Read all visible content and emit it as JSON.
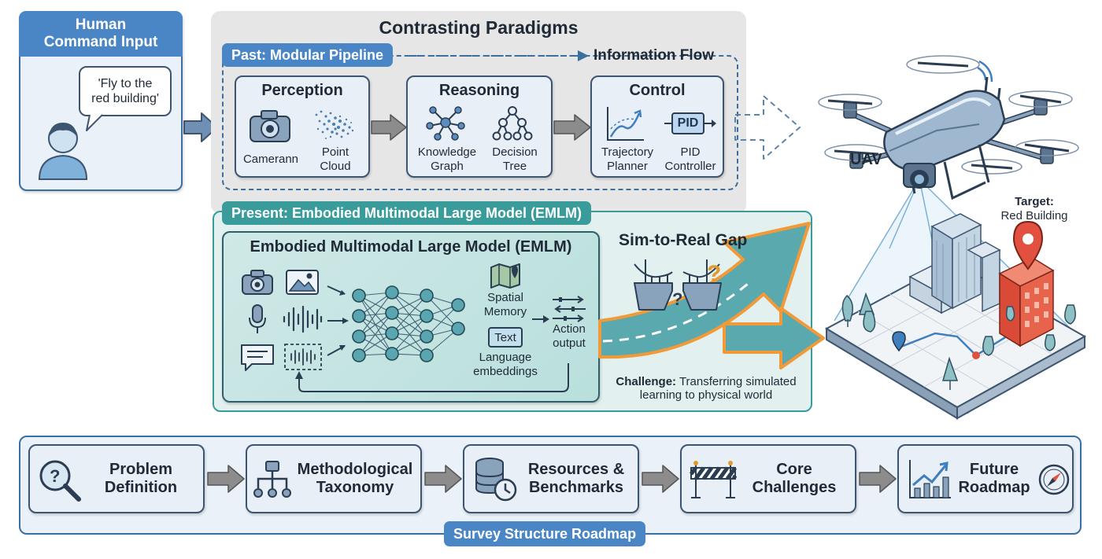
{
  "human": {
    "title": "Human\nCommand Input",
    "speech": "'Fly to the\nred building'"
  },
  "contrasting": {
    "title": "Contrasting Paradigms"
  },
  "past": {
    "tag": "Past: Modular Pipeline",
    "flow_label": "Information Flow",
    "modules": [
      {
        "title": "Perception",
        "items": [
          "Camerann",
          "Point\nCloud"
        ]
      },
      {
        "title": "Reasoning",
        "items": [
          "Knowledge\nGraph",
          "Decision\nTree"
        ]
      },
      {
        "title": "Control",
        "items": [
          "Trajectory\nPlanner",
          "PID\nController"
        ],
        "pid_text": "PID"
      }
    ]
  },
  "present": {
    "tag": "Present: Embodied Multimodal Large Model (EMLM)",
    "model_title": "Embodied Multimodal Large Model (EMLM)",
    "spatial_memory": "Spatial\nMemory",
    "text_box": "Text",
    "language_embeddings": "Language\nembeddings",
    "action_output": "Action\noutput",
    "gap_title": "Sim-to-Real Gap",
    "challenge_bold": "Challenge:",
    "challenge_line1": " Transferring simulated",
    "challenge_line2": "learning to physical world"
  },
  "scene": {
    "uav_label": "UAV",
    "target_bold": "Target:",
    "target_text": "Red Building"
  },
  "roadmap": {
    "tag": "Survey Structure Roadmap",
    "steps": [
      {
        "label": "Problem\nDefinition",
        "icon": "magnifier-question-icon"
      },
      {
        "label": "Methodological\nTaxonomy",
        "icon": "hierarchy-icon"
      },
      {
        "label": "Resources &\nBenchmarks",
        "icon": "database-clock-icon"
      },
      {
        "label": "Core\nChallenges",
        "icon": "barrier-icon"
      },
      {
        "label": "Future\nRoadmap",
        "icon": "trend-chart-compass-icon"
      }
    ]
  },
  "colors": {
    "navy_tag": "#4a86c5",
    "teal_tag": "#3a9b9b",
    "gray_panel": "#e6e6e6",
    "teal_panel": "#e2f1f0",
    "orange_arrow": "#f29a38",
    "red_building": "#e2513f"
  }
}
